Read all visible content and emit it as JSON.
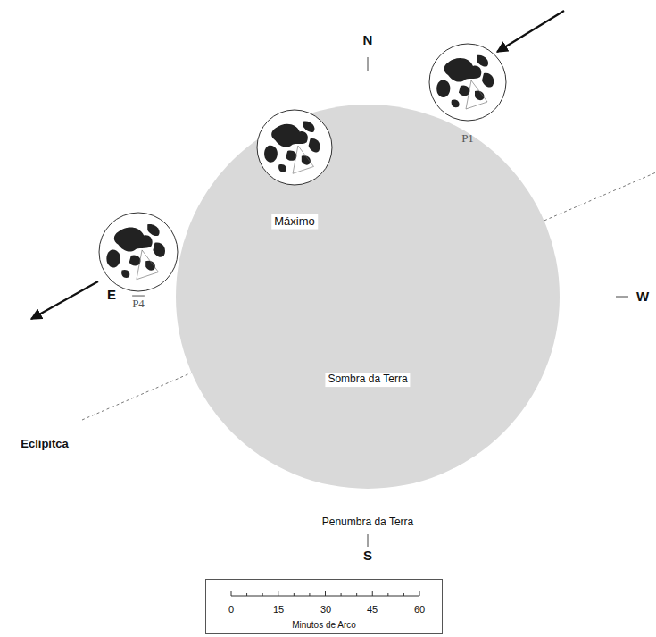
{
  "diagram": {
    "nodes": [
      {
        "text": [
          "Penumbra da Terra"
        ]
      },
      {
        "text": [
          "Sombra da Terra"
        ],
        "in": 0
      },
      {
        "text": [
          "P1"
        ]
      },
      {
        "text": [
          "Máximo"
        ]
      },
      {
        "text": [
          "P4"
        ]
      }
    ],
    "labels": [
      "N",
      "S",
      "E",
      "W",
      "Eclípitca",
      "0",
      "15",
      "30",
      "45",
      "60",
      "Minutos de Arco"
    ]
  }
}
